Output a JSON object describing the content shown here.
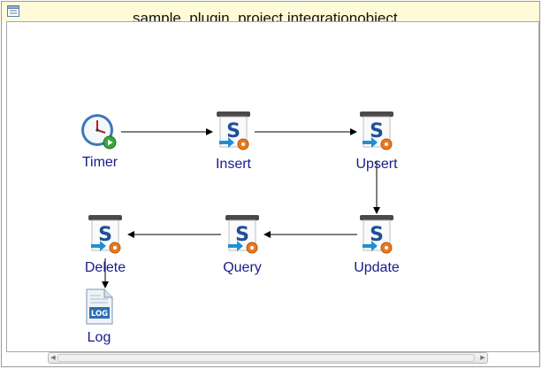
{
  "window": {
    "title": "sample_plugin_project.integrationobject"
  },
  "nodes": [
    {
      "id": "timer",
      "label": "Timer",
      "icon": "clock-icon"
    },
    {
      "id": "insert",
      "label": "Insert",
      "icon": "salesforce-operation-icon"
    },
    {
      "id": "upsert",
      "label": "Upsert",
      "icon": "salesforce-operation-icon"
    },
    {
      "id": "update",
      "label": "Update",
      "icon": "salesforce-operation-icon"
    },
    {
      "id": "query",
      "label": "Query",
      "icon": "salesforce-operation-icon"
    },
    {
      "id": "delete",
      "label": "Delete",
      "icon": "salesforce-operation-icon"
    },
    {
      "id": "log",
      "label": "Log",
      "icon": "log-file-icon"
    }
  ],
  "connections": [
    [
      "Timer",
      "Insert"
    ],
    [
      "Insert",
      "Upsert"
    ],
    [
      "Upsert",
      "Update"
    ],
    [
      "Update",
      "Query"
    ],
    [
      "Query",
      "Delete"
    ],
    [
      "Delete",
      "Log"
    ]
  ],
  "colors": {
    "label": "#1a1a8c",
    "title_bar": "#fffbd8",
    "arrow": "#000000"
  }
}
